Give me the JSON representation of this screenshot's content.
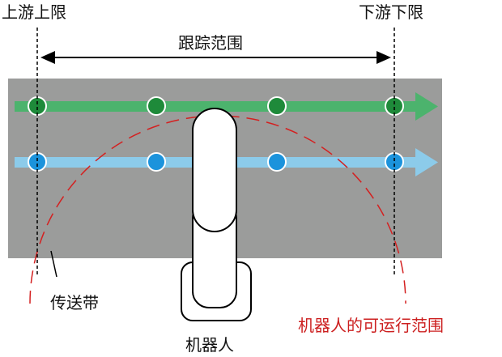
{
  "labels": {
    "upstream_limit": "上游上限",
    "downstream_limit": "下游下限",
    "tracking_range": "跟踪范围",
    "conveyor": "传送带",
    "robot": "机器人",
    "robot_range": "机器人的可运行范围"
  },
  "colors": {
    "conveyor_fill": "#9b9c9b",
    "track_green": "#4cb36d",
    "marker_green": "#1e8a3a",
    "track_blue": "#8ccbea",
    "marker_blue": "#1b93dc",
    "range_arc": "#d42020",
    "robot_fill": "#ffffff",
    "outline": "#000000"
  }
}
